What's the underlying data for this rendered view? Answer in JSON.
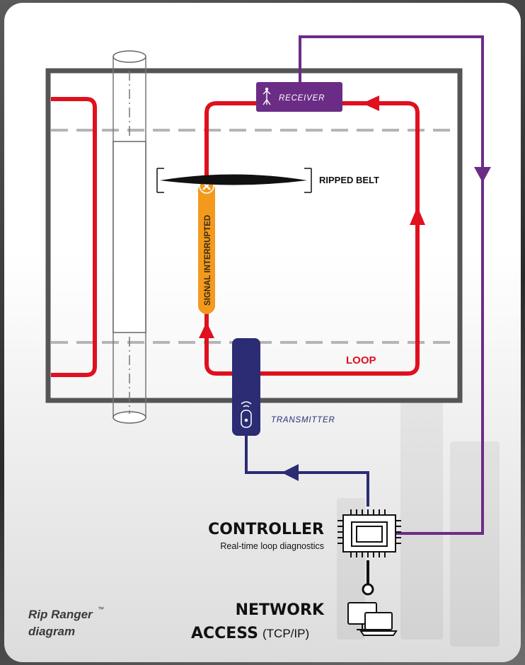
{
  "diagram": {
    "receiver_label": "RECEIVER",
    "ripped_belt_label": "RIPPED BELT",
    "signal_interrupted_label": "SIGNAL INTERRUPTED",
    "loop_label": "LOOP",
    "transmitter_label": "TRANSMITTER",
    "controller_title": "CONTROLLER",
    "controller_subtitle": "Real-time loop diagnostics",
    "network_title_line1": "NETWORK",
    "network_title_line2": "ACCESS",
    "network_suffix": "(TCP/IP)",
    "caption_line1": "Rip Ranger",
    "caption_tm": "™",
    "caption_line2": "diagram"
  },
  "colors": {
    "frame": "#555555",
    "loop_red": "#e0101e",
    "receiver_purple": "#6b2c86",
    "transmitter_navy": "#2b2c74",
    "signal_orange": "#f39a1e",
    "dash_gray": "#b5b5b5"
  },
  "icons": {
    "receiver": "antenna-icon",
    "transmitter": "wireless-fob-icon",
    "controller": "chip-icon",
    "network": "computers-icon",
    "error": "x-circle-icon"
  }
}
